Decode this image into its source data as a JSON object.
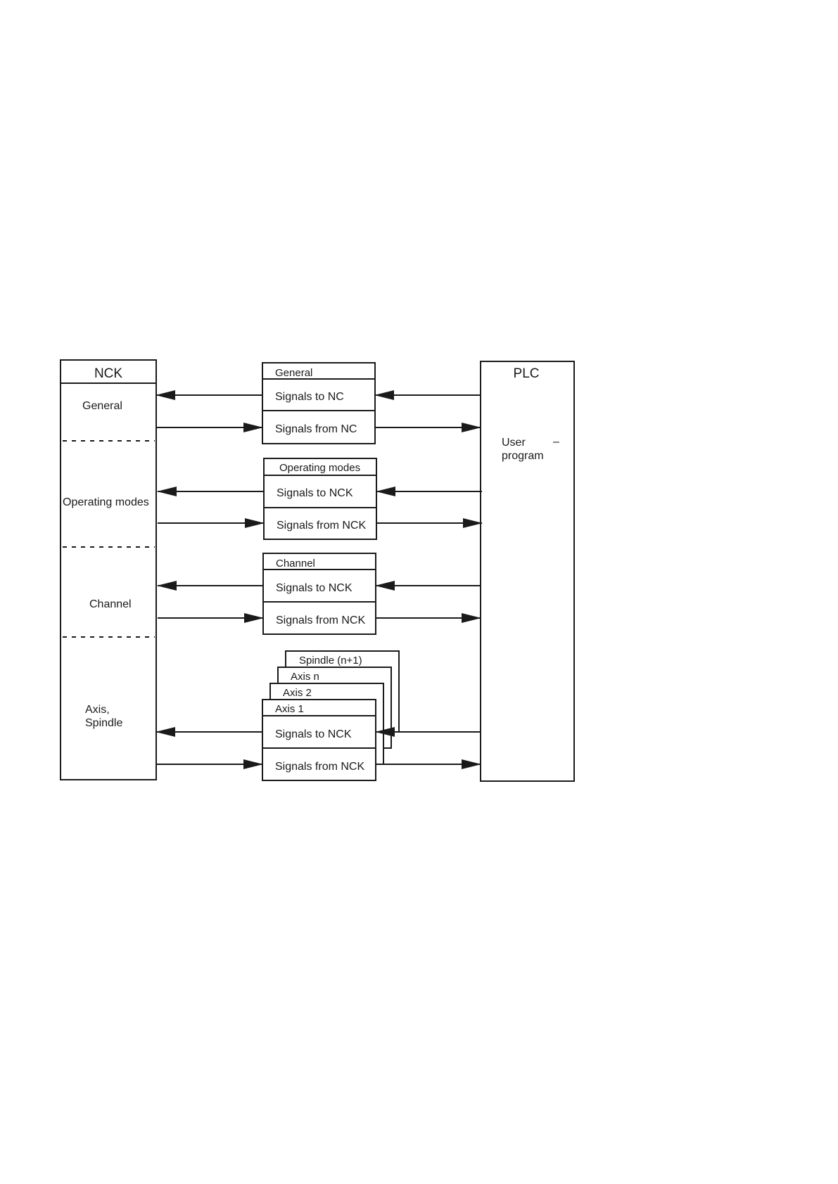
{
  "nck": {
    "title": "NCK",
    "sections": {
      "general": "General",
      "operating_modes": "Operating modes",
      "channel": "Channel",
      "axis_line1": "Axis,",
      "axis_line2": "Spindle"
    }
  },
  "plc": {
    "title": "PLC",
    "user_program_line1": "User",
    "user_program_line2": "program",
    "dash": "–"
  },
  "interfaces": {
    "general": {
      "title": "General",
      "to": "Signals to NC",
      "from": "Signals from NC"
    },
    "operating_modes": {
      "title": "Operating modes",
      "to": "Signals to NCK",
      "from": "Signals from NCK"
    },
    "channel": {
      "title": "Channel",
      "to": "Signals to NCK",
      "from": "Signals from NCK"
    },
    "axis": {
      "stack": [
        "Spindle (n+1)",
        "Axis n",
        "Axis 2"
      ],
      "title": "Axis 1",
      "to": "Signals to NCK",
      "from": "Signals from NCK"
    }
  }
}
